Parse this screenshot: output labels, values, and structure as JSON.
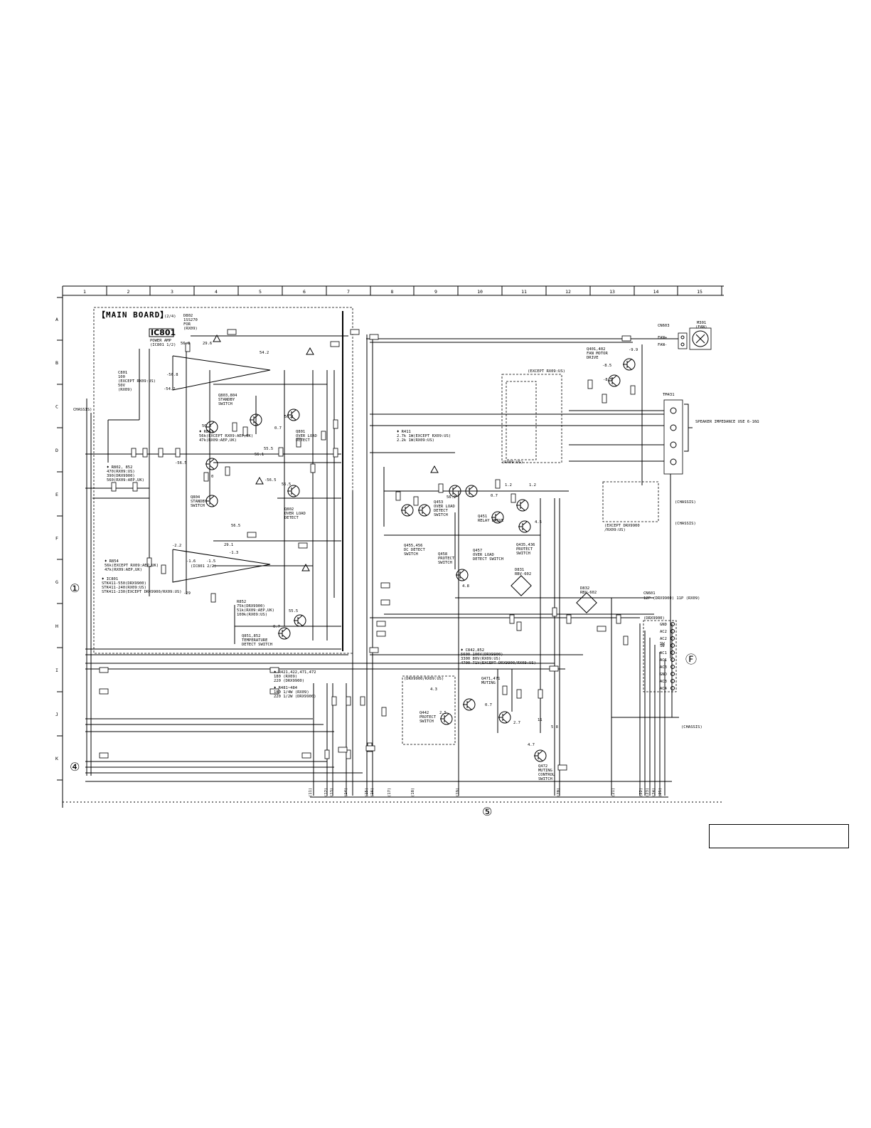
{
  "board_title": "【MAIN BOARD】",
  "board_subtitle": "(2/4)",
  "columns": [
    "1",
    "2",
    "3",
    "4",
    "5",
    "6",
    "7",
    "8",
    "9",
    "10",
    "11",
    "12",
    "13",
    "14",
    "15"
  ],
  "rows": [
    "A",
    "B",
    "C",
    "D",
    "E",
    "F",
    "G",
    "H",
    "I",
    "J",
    "K"
  ],
  "ic_main": "IC801",
  "ic_main_sub": "POWER AMP",
  "ic_main_sub2": "(IC801 1/2)",
  "ic_second_sub": "(IC801 2/2)",
  "circle_markers": {
    "m1": "①",
    "m4": "④",
    "m5": "⑤",
    "mF": "Ⓕ"
  },
  "chassis_labels": [
    "CHASSIS)",
    "(CHASSIS)",
    "(CHASSIS)",
    "(CHASSIS)"
  ],
  "fan_block": {
    "ref": "M301",
    "name": "(FAN)",
    "connector": "CN603",
    "pins": [
      "FAN+",
      "FAN-"
    ],
    "drive": "Q401,402\nFAN MOTOR\nDRIVE"
  },
  "speaker_block": {
    "ref": "TM431",
    "desc": "SPEAKER\nIMPEDANCE\nUSE 6-16Ω"
  },
  "connector_block": {
    "ref": "CN601",
    "desc": "12P\n(DRX9900)\n11P\n(RX09)",
    "sub": "(DRX9900)",
    "pins": [
      "GND",
      "AC2",
      "AC2",
      "SW",
      "AC1",
      "AC1",
      "AC3",
      "GND",
      "AC3",
      "AC4"
    ]
  },
  "labels": {
    "d801": "D802\n1SS270\nFOR\n(RX09)",
    "r801": "♦ R802, 852\n470(RX09:US)\n390(DRX9900)\n560(RX09:AEP,UK)",
    "c801": "C801\n100\n(EXCEPT RX09:US)\n50V\n(RX09)",
    "r861": "♦ R861\n56k(EXCEPT RX09:AEP,UK)\n47k(RX09:AEP,UK)",
    "r854": "♦ R854\n56k(EXCEPT RX09:AEP,UK)\n47k(RX09:AEP,UK)",
    "ic801": "♦ IC801\nSTK411-550(DRX9900)\nSTK411-240(RX09:US)\nSTK411-230(EXCEPT DRX9900/RX09:US)",
    "q803": "Q803,804\nSTANDBY\nSWITCH",
    "q804": "Q804\nSTANDBY\nSWITCH",
    "q801": "Q801\nOVER LOAD\nDETECT",
    "q802": "Q802\nOVER LOAD\nDETECT",
    "q851": "Q851,852\nTEMPERATURE\nDETECT SWITCH",
    "r852": "R852\n75k(DRX9900)\n51k(RX09:AEP,UK)\n100k(RX09:US)",
    "r411": "♦ R411\n2.7k 1W(EXCEPT RX09:US)\n2.2k 1W(RX09:US)",
    "q453": "Q453\nOVER LOAD\nDETECT\nSWITCH",
    "q451": "Q451\nRELAY DRIVE",
    "q455": "Q455,456\nDC DETECT\nSWITCH",
    "q457": "Q457\nOVER LOAD\nDETECT SWITCH",
    "q458": "Q458\nPROTECT\nSWITCH",
    "q435": "Q435,436\nPROTECT\nSWITCH",
    "except_rx09": "(EXCEPT RX09:US)",
    "rx09": "(RX09:US)",
    "except_drx": "(EXCEPT DRX9900\n/RX09:US)",
    "c842": "♦ C842,852\n5600 100V(DRX9900)\n3300 80V(RX09:US)\n4700 71V(EXCEPT DRX9900/RX09:US)",
    "r421": "♦ R421,422,471,472\n180 (RX09)\n220 (DRX9900)",
    "r481": "♦ R481~484\n180 1/4W (RX09)\n220 1/2W (DRX9900)",
    "drx_box": "(DRX9900/RX09:US)",
    "q442": "Q442\nPROTECT\nSWITCH",
    "q471": "Q471,471\nMUTING",
    "q472": "Q472\nMUTING\nCONTROL\nSWITCH",
    "d831": "D831\nRBV-602",
    "d832": "D832\nRBV-602",
    "sw_lbl": "SW"
  },
  "voltages": [
    "56.8",
    "29.6",
    "-56.8",
    "54.2",
    "-54.2",
    "56.8",
    "0.7",
    "56.1",
    "55.5",
    "56.1",
    "-56.5",
    "55.5",
    "0",
    "-2.2",
    "29.1",
    "-1.6",
    "-1.5",
    "-29",
    "-1.3",
    "0.7",
    "55.5",
    "56.2",
    "-8.5",
    "-9.9",
    "-8.5",
    "1.2",
    "0.7",
    "1.2",
    "4.3",
    "2.5",
    "4.5",
    "4.8",
    "0.7",
    "2.7",
    "4.7",
    "5.8",
    "11",
    "-56.5",
    "56.5"
  ],
  "bottom_pins": [
    "(11)",
    "(12)",
    "(13)",
    "(14)",
    "(15)",
    "(16)",
    "(17)",
    "(18)",
    "(19)",
    "(20)",
    "(21)",
    "(22)",
    "(23)",
    "(24)",
    "(25)"
  ]
}
